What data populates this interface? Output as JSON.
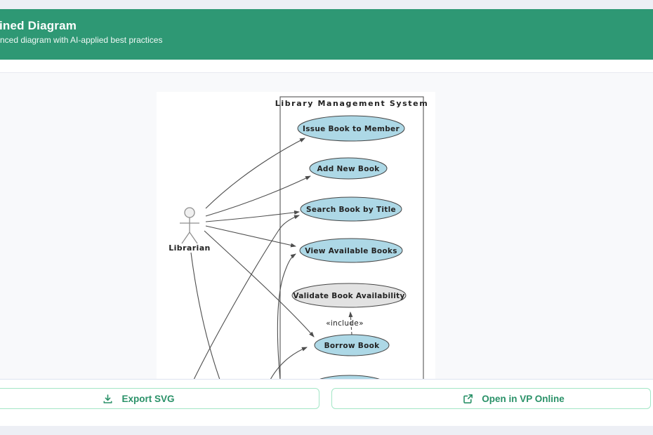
{
  "header": {
    "title": "ined Diagram",
    "subtitle": "nced diagram with AI-applied best practices"
  },
  "actions": {
    "export_label": "Export SVG",
    "open_vp_label": "Open in VP Online"
  },
  "icons": {
    "export": "download-icon",
    "open_vp": "external-link-icon"
  },
  "diagram": {
    "system_title": "Library Management System",
    "actor_label": "Librarian",
    "include_label": "«include»",
    "use_cases": [
      {
        "label": "Issue Book to Member",
        "fill": "#add8e6"
      },
      {
        "label": "Add New Book",
        "fill": "#add8e6"
      },
      {
        "label": "Search Book by Title",
        "fill": "#add8e6"
      },
      {
        "label": "View Available Books",
        "fill": "#add8e6"
      },
      {
        "label": "Validate Book Availability",
        "fill": "#e2e2e2"
      },
      {
        "label": "Borrow Book",
        "fill": "#add8e6"
      }
    ]
  },
  "colors": {
    "header_bg": "#2e9874",
    "accent_text": "#2a9168",
    "button_border": "#a3e6c6",
    "panel_bg": "#f8f9fb",
    "usecase_fill": "#add8e6",
    "usecase_secondary_fill": "#e2e2e2",
    "diagram_stroke": "#454545"
  }
}
